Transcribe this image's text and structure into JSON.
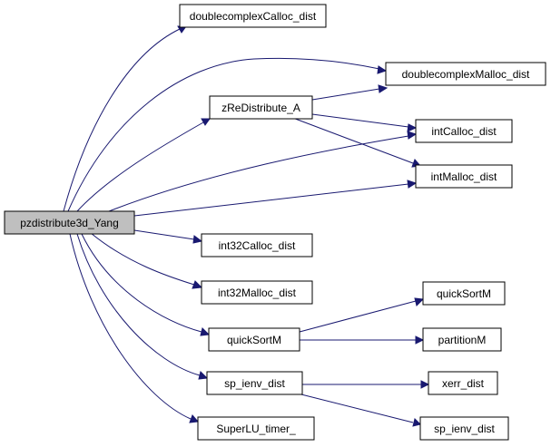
{
  "graph": {
    "edge_color": "#191970",
    "root_fill": "#bfbfbf",
    "nodes": {
      "root": "pzdistribute3d_Yang",
      "doublecomplexCalloc": "doublecomplexCalloc_dist",
      "doublecomplexMalloc": "doublecomplexMalloc_dist",
      "zReDistribute": "zReDistribute_A",
      "intCalloc": "intCalloc_dist",
      "intMalloc": "intMalloc_dist",
      "int32Calloc": "int32Calloc_dist",
      "int32Malloc": "int32Malloc_dist",
      "quickSortM_mid": "quickSortM",
      "quickSortM_right": "quickSortM",
      "partitionM": "partitionM",
      "spIenvMid": "sp_ienv_dist",
      "xerr": "xerr_dist",
      "spIenvRight": "sp_ienv_dist",
      "superluTimer": "SuperLU_timer_"
    }
  }
}
